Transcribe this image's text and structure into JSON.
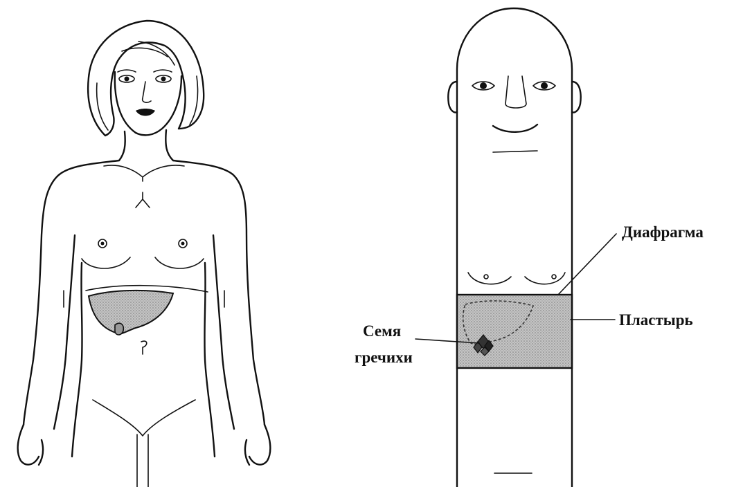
{
  "labels": {
    "diaphragm": "Диафрагма",
    "plaster": "Пластырь",
    "seeds_line1": "Семя",
    "seeds_line2": "гречихи"
  },
  "colors": {
    "ink": "#111111",
    "liver_fill": "#b4b4b4",
    "plaster_fill": "#bdbdbd"
  }
}
